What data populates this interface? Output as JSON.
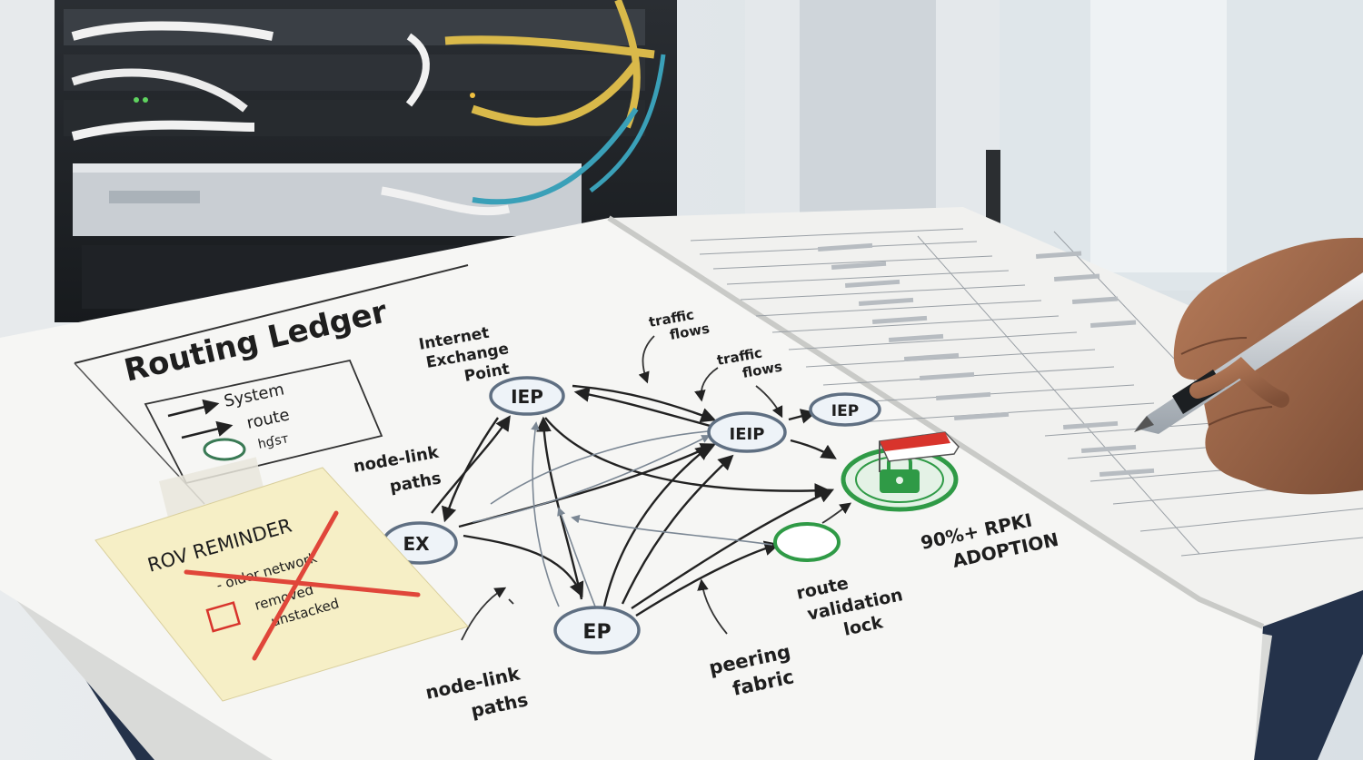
{
  "ledger": {
    "title": "Routing Ledger",
    "legend": [
      "System",
      "route",
      "հɠѕт"
    ]
  },
  "diagram": {
    "labels": {
      "internet_exchange_point": [
        "Internet",
        "Exchange",
        "Point"
      ],
      "traffic_flows_1": [
        "traffic",
        "flows"
      ],
      "traffic_flows_2": [
        "traffic",
        "flows"
      ],
      "node_link_paths_1": [
        "node-link",
        "paths"
      ],
      "node_link_paths_2": [
        "node-link",
        "paths"
      ],
      "route_validation_lock": [
        "route",
        "validation",
        "lock"
      ],
      "peering_fabric": [
        "peering",
        "fabric"
      ],
      "adoption": [
        "90%+ RPKI",
        "ADOPTION"
      ]
    },
    "nodes": {
      "top": "IEP",
      "middle": "IEIP",
      "right": "IEP",
      "left": "EX",
      "bottom": "EP"
    }
  },
  "sticky_note": {
    "title": "ROV REMINDER",
    "lines": [
      "- older network",
      "removed",
      "unstacked"
    ]
  },
  "colors": {
    "node_fill": "#eef3f8",
    "node_ring": "#5f6f82",
    "lock_green": "#2f9a46",
    "strike_red": "#e0463a",
    "flag_red": "#d8342c",
    "sticky": "#f6efc6",
    "page": "#f6f6f4"
  }
}
